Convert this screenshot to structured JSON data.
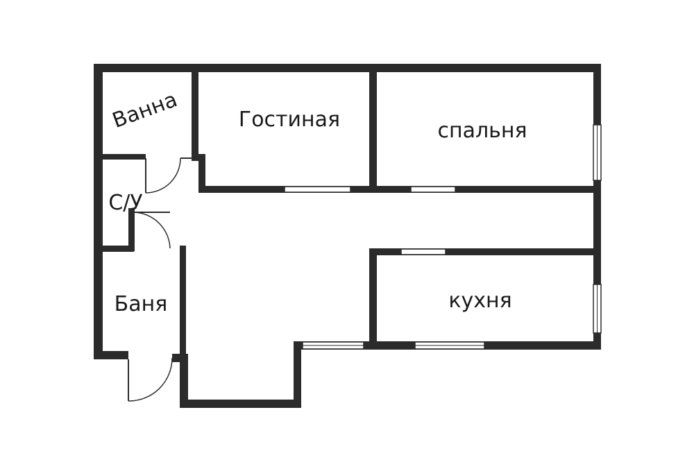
{
  "rooms": {
    "vanna": "Ванна",
    "gostinaya": "Гостиная",
    "spalnya": "спальня",
    "su": "С/У",
    "banya": "Баня",
    "kukhnya": "кухня"
  },
  "colors": {
    "wall": "#2b2b2b",
    "background": "#ffffff"
  }
}
